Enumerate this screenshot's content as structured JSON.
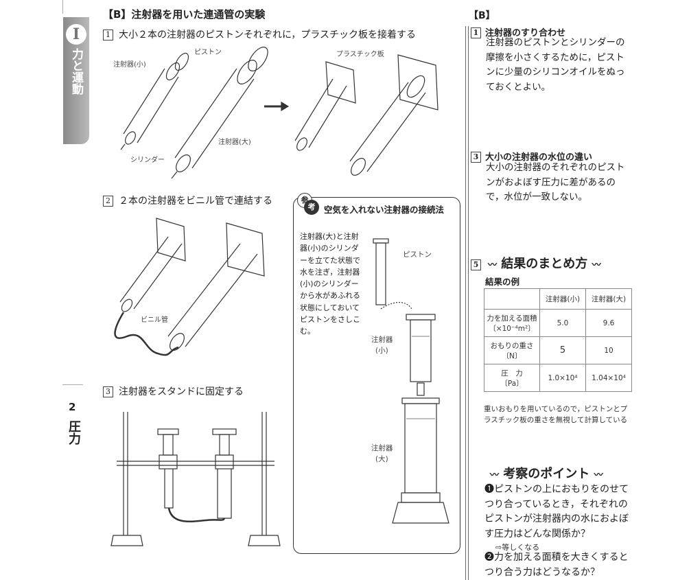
{
  "side": {
    "tab_label": "力と運動",
    "tab_num": "I",
    "chapter_num": "2",
    "chapter_label": "圧力"
  },
  "section": {
    "title": "【B】注射器を用いた連通管の実験"
  },
  "steps": [
    {
      "num": "1",
      "text": "大小２本の注射器のピストンそれぞれに，プラスチック板を接着する"
    },
    {
      "num": "2",
      "text": "２本の注射器をビニル管で連結する"
    },
    {
      "num": "3",
      "text": "注射器をスタンドに固定する"
    }
  ],
  "labels": {
    "syringe_small": "注射器(小)",
    "piston": "ピストン",
    "syringe_large": "注射器(大)",
    "cylinder": "シリンダー",
    "plastic_plate": "プラスチック板",
    "vinyl_tube": "ビニル管"
  },
  "reference": {
    "badge1": "参",
    "badge2": "考",
    "title": "空気を入れない注射器の接続法",
    "text": "注射器(大)と注射器(小)のシリンダーを立てた状態で水を注ぎ，注射器(小)のシリンダーから水があふれる状態にしておいてピストンをさしこむ。",
    "label_piston": "ピストン",
    "label_small_1": "注射器",
    "label_small_2": "(小)",
    "label_large_1": "注射器",
    "label_large_2": "(大)"
  },
  "right": {
    "header": "【B】",
    "tip1": {
      "num": "1",
      "title": "注射器のすり合わせ",
      "text": "注射器のピストンとシリンダーの摩擦を小さくするために，ピストンに少量のシリコンオイルをぬっておくとよい。"
    },
    "tip3": {
      "num": "3",
      "title": "大小の注射器の水位の違い",
      "text": "大小の注射器のそれぞれのピストンがおよぼす圧力に差があるので，水位が一致しない。"
    },
    "results": {
      "num": "5",
      "heading": "結果のまとめ方",
      "example": "結果の例",
      "col1": "注射器(小)",
      "col2": "注射器(大)",
      "rows": [
        {
          "label1": "力を加える面積",
          "label2": "〔×10⁻⁴m²〕",
          "v1": "5.0",
          "v2": "9.6"
        },
        {
          "label1": "おもりの重さ",
          "label2": "〔N〕",
          "v1": "5",
          "v2": "10"
        },
        {
          "label1": "圧　力",
          "label2": "〔Pa〕",
          "v1": "1.0×10⁴",
          "v2": "1.04×10⁴"
        }
      ],
      "note": "重いおもりを用いているので，ピストンとプラスチック板の重さを無視して計算している"
    },
    "discussion": {
      "heading": "考察のポイント",
      "q1": "❶ピストンの上におもりをのせてつり合っているとき，それぞれのピストンが注射器内の水におよぼす圧力はどんな関係か？",
      "a1": "⇨等しくなる",
      "q2": "❷力を加える面積を大きくするとつり合う力はどうなるか？"
    }
  }
}
